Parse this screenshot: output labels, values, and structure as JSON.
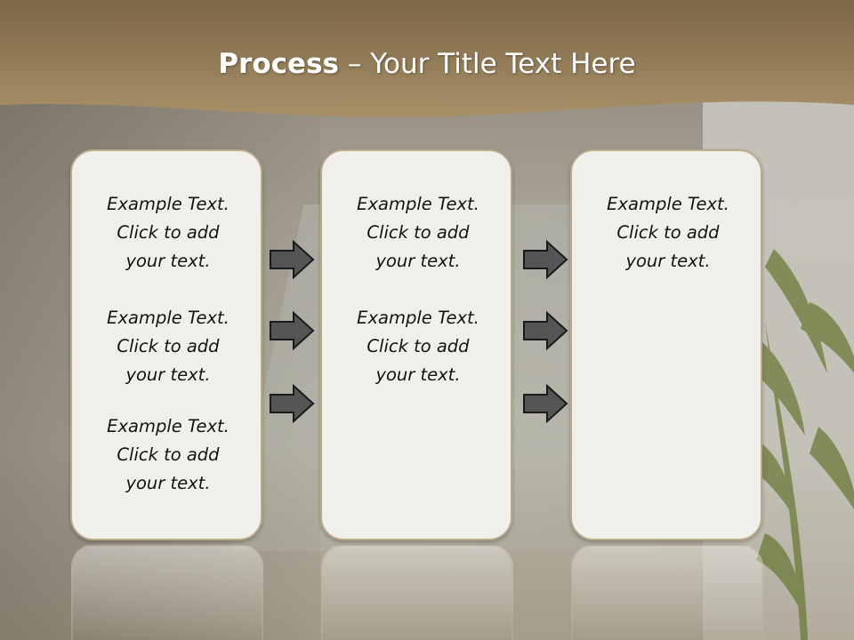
{
  "title": {
    "bold": "Process",
    "rest": " – Your Title Text Here"
  },
  "colors": {
    "header": "#a28a62",
    "box_fill": "#f1efe9",
    "box_border": "#b9a98c",
    "arrow": "#555555"
  },
  "columns": [
    {
      "items": [
        {
          "line1": "Example Text.",
          "line2": "Click  to add",
          "line3": "your text."
        },
        {
          "line1": "Example Text.",
          "line2": "Click  to add",
          "line3": "your text."
        },
        {
          "line1": "Example Text.",
          "line2": "Click  to add",
          "line3": "your text."
        }
      ]
    },
    {
      "items": [
        {
          "line1": "Example Text.",
          "line2": "Click  to add",
          "line3": "your text."
        },
        {
          "line1": "Example Text.",
          "line2": "Click  to add",
          "line3": "your text."
        }
      ]
    },
    {
      "items": [
        {
          "line1": "Example Text.",
          "line2": "Click  to add",
          "line3": "your text."
        }
      ]
    }
  ],
  "icons": {
    "arrow": "right-arrow-icon"
  }
}
